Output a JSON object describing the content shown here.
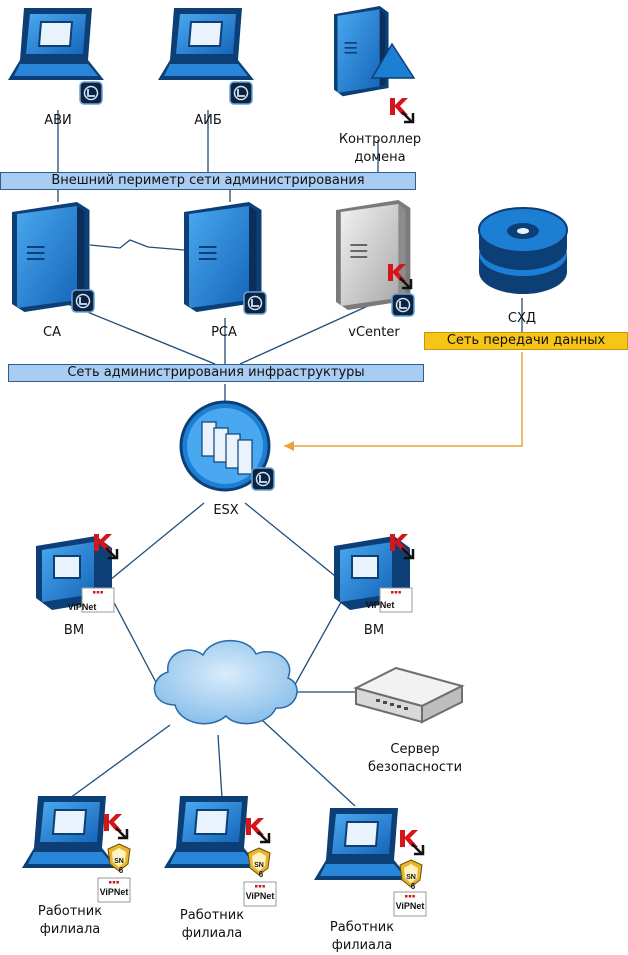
{
  "nodes": {
    "avi": "АВИ",
    "aib": "АИБ",
    "domain_controller": "Контроллер\nдомена",
    "ca": "CA",
    "rca": "PCA",
    "vcenter": "vCenter",
    "storage": "СХД",
    "esx": "ESX",
    "vm_left": "ВМ",
    "vm_right": "ВМ",
    "security_server": "Сервер\nбезопасности",
    "employee_1": "Работник\nфилиала",
    "employee_2": "Работник\nфилиала",
    "employee_3": "Работник\nфилиала"
  },
  "networks": {
    "external_perimeter": "Внешний периметр сети администрирования",
    "infra_admin": "Сеть администрирования инфраструктуры",
    "data_network": "Сеть передачи данных"
  },
  "badges": {
    "vipnet": "ViPNet",
    "secret_net": "SN",
    "secret_net_version": "6"
  },
  "colors": {
    "device_blue": "#1d7fd4",
    "device_dark": "#0d3f77",
    "network_bar": "#a9cdf2",
    "data_bar": "#f7c418",
    "data_link": "#e8a33a",
    "kaspersky_red": "#d2161c",
    "vcenter_gray": "#c9c9c9"
  },
  "icons": [
    "laptop-icon",
    "server-icon",
    "disk-icon",
    "cloud-icon",
    "appliance-icon",
    "kaspersky-icon",
    "vipnet-icon",
    "secretnet-icon",
    "admin-badge-icon",
    "esx-icon"
  ]
}
